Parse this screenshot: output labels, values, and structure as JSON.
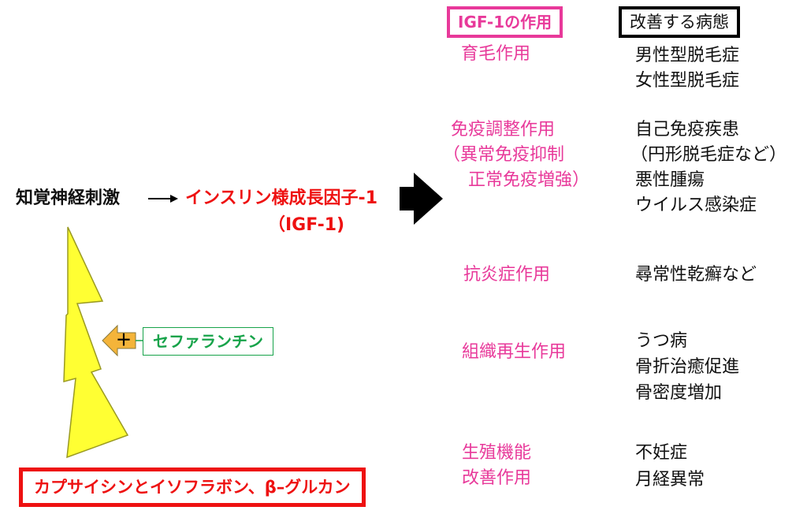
{
  "left": {
    "stimulus": "知覚神経刺激",
    "product_line1": "インスリン様成長因子-1",
    "product_line2": "（IGF-1)",
    "enhancer_sign": "＋",
    "enhancer": "セファランチン",
    "sources": "カプサイシンとイソフラボン、β–グルカン"
  },
  "headers": {
    "actions": "IGF-1の作用",
    "conditions": "改善する病態"
  },
  "rows": [
    {
      "action": [
        "育毛作用"
      ],
      "conditions": [
        "男性型脱毛症",
        "女性型脱毛症"
      ]
    },
    {
      "action": [
        "免疫調整作用",
        "（異常免疫抑制",
        "　正常免疫増強）"
      ],
      "conditions": [
        "自己免疫疾患",
        "（円形脱毛症など）",
        "悪性腫瘍",
        "ウイルス感染症"
      ]
    },
    {
      "action": [
        "抗炎症作用"
      ],
      "conditions": [
        "尋常性乾癬など"
      ]
    },
    {
      "action": [
        "組織再生作用"
      ],
      "conditions": [
        "うつ病",
        "骨折治癒促進",
        "骨密度増加"
      ]
    },
    {
      "action": [
        "生殖機能",
        "改善作用"
      ],
      "conditions": [
        "不妊症",
        "月経異常"
      ]
    }
  ],
  "colors": {
    "action_text": "#e8399a",
    "red": "#ee1111",
    "green": "#17a34a",
    "bolt_fill": "#ffff33",
    "bolt_stroke": "#9a9a20",
    "enhancer_arrow": "#f4b43a"
  }
}
